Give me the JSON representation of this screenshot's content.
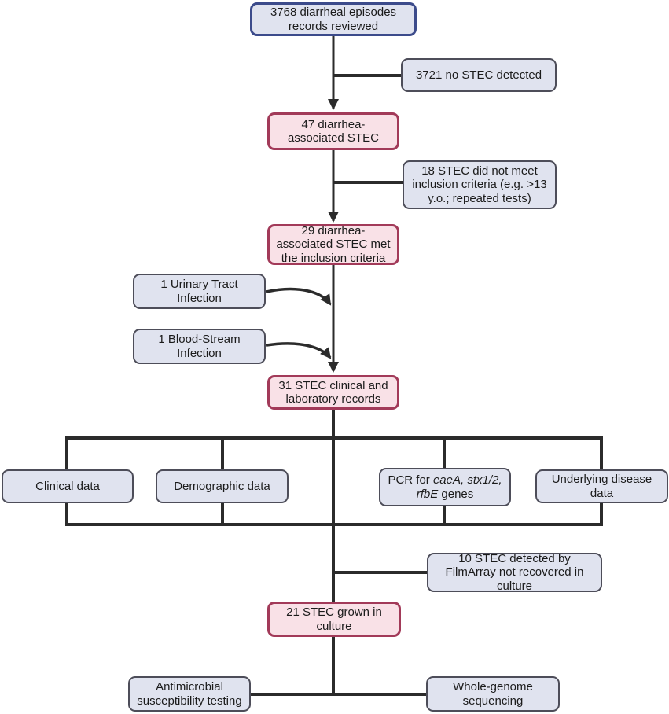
{
  "colors": {
    "line-color": "#2b2b2b",
    "lavender-fill": "#e0e3ef",
    "gray-border": "#4d4d59",
    "blue-border": "#3c4b8b",
    "pink-fill": "#f9e1e7",
    "pink-border": "#a23a59",
    "text-color": "#1b1b1b"
  },
  "nodes": {
    "episodes_reviewed": {
      "label": "3768 diarrheal episodes records reviewed"
    },
    "no_stec_detected": {
      "label": "3721 no STEC detected"
    },
    "stec_47": {
      "label": "47 diarrhea-associated STEC"
    },
    "not_meet_criteria": {
      "label": "18 STEC did not meet inclusion criteria (e.g. >13 y.o.; repeated tests)"
    },
    "stec_29": {
      "label": "29 diarrhea-associated STEC met the inclusion criteria"
    },
    "urinary_tract": {
      "label": "1 Urinary Tract Infection"
    },
    "blood_stream": {
      "label": "1 Blood-Stream Infection"
    },
    "stec_31": {
      "label": "31 STEC clinical and laboratory records"
    },
    "clinical_data": {
      "label": "Clinical data"
    },
    "demographic_data": {
      "label": "Demographic data"
    },
    "pcr_genes": {
      "segments": [
        {
          "text": "PCR for ",
          "italic": false
        },
        {
          "text": "eaeA, stx1/2,",
          "italic": true
        },
        {
          "text": " ",
          "italic": false
        },
        {
          "text": "rfbE",
          "italic": true
        },
        {
          "text": " genes",
          "italic": false
        }
      ]
    },
    "underlying_disease": {
      "label": "Underlying disease data"
    },
    "filmarray_only": {
      "label": "10 STEC detected by FilmArray not recovered in culture"
    },
    "stec_21": {
      "label": "21 STEC grown in culture"
    },
    "ast": {
      "label": "Antimicrobial susceptibility testing"
    },
    "wgs": {
      "label": "Whole-genome sequencing"
    }
  }
}
